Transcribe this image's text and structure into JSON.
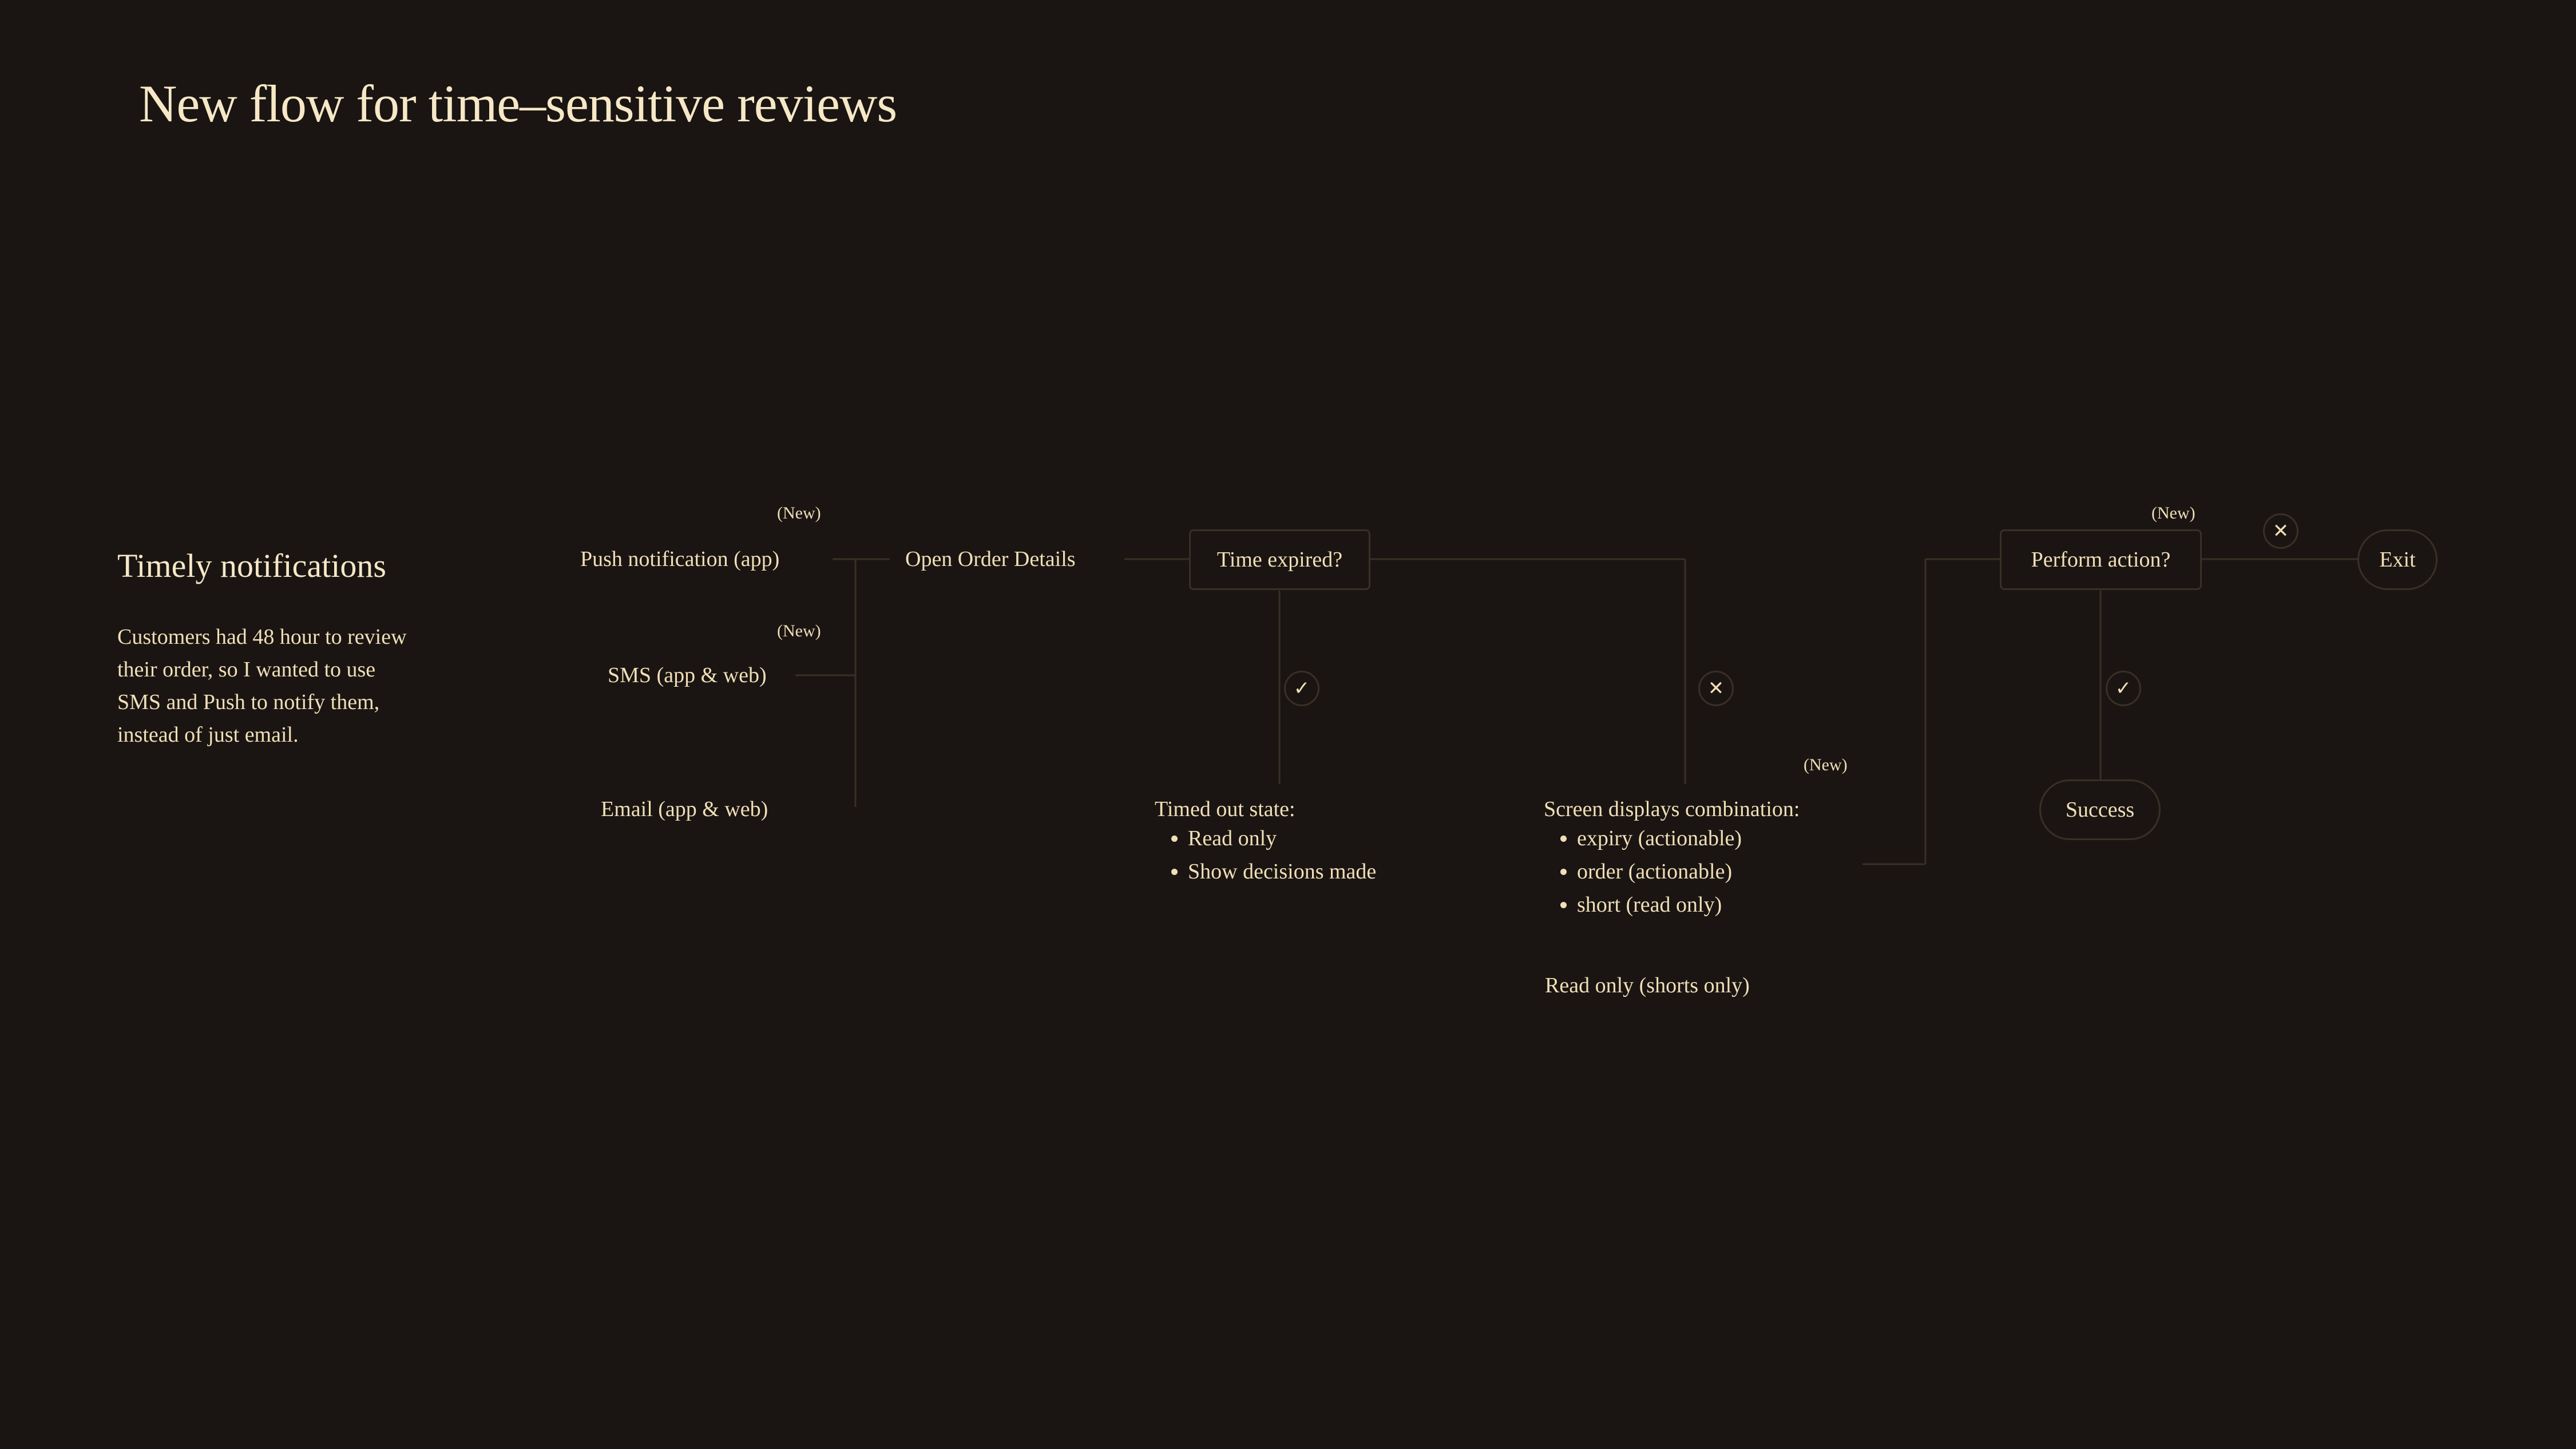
{
  "title": "New flow for time–sensitive reviews",
  "section": {
    "heading": "Timely notifications",
    "body": "Customers had 48 hour to review their order, so I wanted to use SMS and Push to notify them, instead of just email."
  },
  "nodes": {
    "push": "Push notification (app)",
    "sms": "SMS (app & web)",
    "email": "Email (app & web)",
    "open_order": "Open Order Details",
    "time_expired": "Time expired?",
    "timed_out_title": "Timed out state:",
    "timed_out_items": [
      "Read only",
      "Show decisions made"
    ],
    "screen_title": "Screen displays combination:",
    "screen_items": [
      "expiry (actionable)",
      "order (actionable)",
      "short (read only)"
    ],
    "read_only": "Read only (shorts only)",
    "perform_action": "Perform action?",
    "exit": "Exit",
    "success": "Success"
  },
  "badges": {
    "push_new": "(New)",
    "sms_new": "(New)",
    "screen_new": "(New)",
    "perform_new": "(New)"
  },
  "icons": {
    "check": "check-icon",
    "cross": "x-icon"
  }
}
